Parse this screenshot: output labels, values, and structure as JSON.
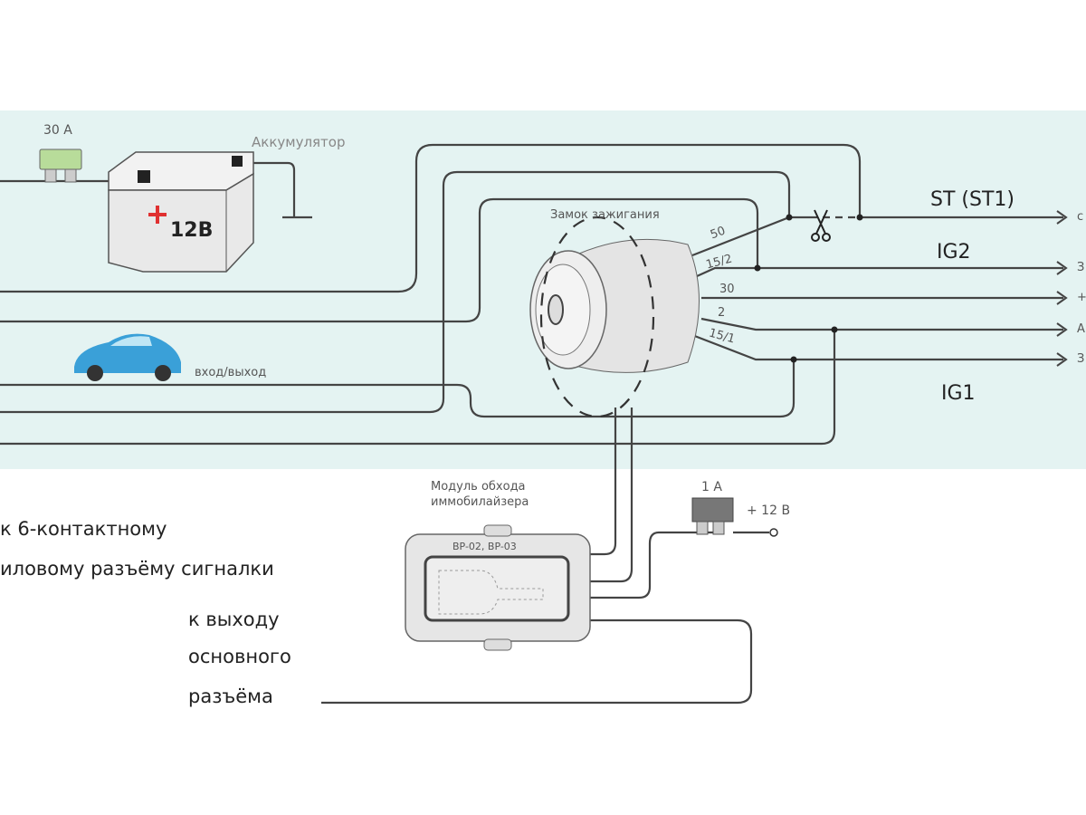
{
  "battery": {
    "fuse_label": "30 A",
    "label": "Аккумулятор",
    "voltage": "12В"
  },
  "ignition": {
    "label": "Замок зажигания",
    "pins": [
      "50",
      "15/2",
      "30",
      "2",
      "15/1"
    ]
  },
  "signals": {
    "st": "ST (ST1)",
    "ig2": "IG2",
    "ig1": "IG1"
  },
  "outputs": [
    "с",
    "З",
    "+",
    "А",
    "З"
  ],
  "car_label": "вход/выход",
  "module": {
    "title_line1": "Модуль обхода",
    "title_line2": "иммобилайзера",
    "model": "BP-02, BP-03"
  },
  "fuse_1a": {
    "label": "1 A",
    "supply": "+ 12 В"
  },
  "notes": {
    "six_pin_line1": "к 6-контактному",
    "six_pin_line2": "иловому разъёму сигналки",
    "main_line1": "к выходу",
    "main_line2": "основного",
    "main_line3": "разъёма"
  },
  "colors": {
    "panel": "#e4f3f2",
    "wire": "#444444",
    "fuse_green": "#b8dc9a",
    "plus_red": "#e03030",
    "car_blue": "#3aa0d8"
  }
}
